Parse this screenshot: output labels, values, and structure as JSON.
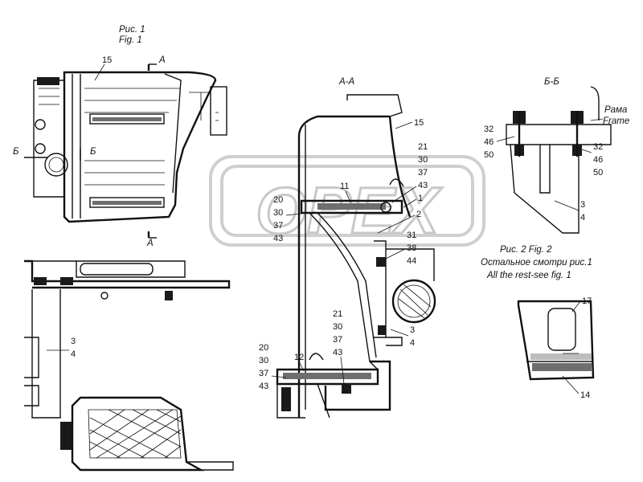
{
  "figure1": {
    "title_ru": "Рис. 1",
    "title_en": "Fig.  1"
  },
  "figure2": {
    "title": "Рис. 2 Fig. 2",
    "note_ru": "Остальное смотри рис.1",
    "note_en": "All the rest-see fig. 1"
  },
  "sections": {
    "aa": "А-А",
    "bb": "Б-Б",
    "a_mark": "А",
    "b_mark": "Б"
  },
  "frame_label": {
    "ru": "Рама",
    "en": "Frame"
  },
  "watermark": "OPEX",
  "callouts": {
    "fig1_15": "15",
    "fig1_3": "3",
    "fig1_4": "4",
    "aa_15": "15",
    "aa_21": "21",
    "aa_30": "30",
    "aa_37": "37",
    "aa_43": "43",
    "aa_11": "11",
    "aa_1": "1",
    "aa_2": "2",
    "aa_20": "20",
    "aa_30b": "30",
    "aa_37b": "37",
    "aa_43b": "43",
    "aa_31": "31",
    "aa_38": "38",
    "aa_44": "44",
    "aa_21b": "21",
    "aa_30c": "30",
    "aa_37c": "37",
    "aa_43c": "43",
    "aa_3": "3",
    "aa_4": "4",
    "aa_20b": "20",
    "aa_30d": "30",
    "aa_37d": "37",
    "aa_43d": "43",
    "aa_12": "12",
    "bb_32": "32",
    "bb_46": "46",
    "bb_50": "50",
    "bb_32b": "32",
    "bb_46b": "46",
    "bb_50b": "50",
    "bb_3": "3",
    "bb_4": "4",
    "fig2_17": "17",
    "fig2_14": "14"
  }
}
